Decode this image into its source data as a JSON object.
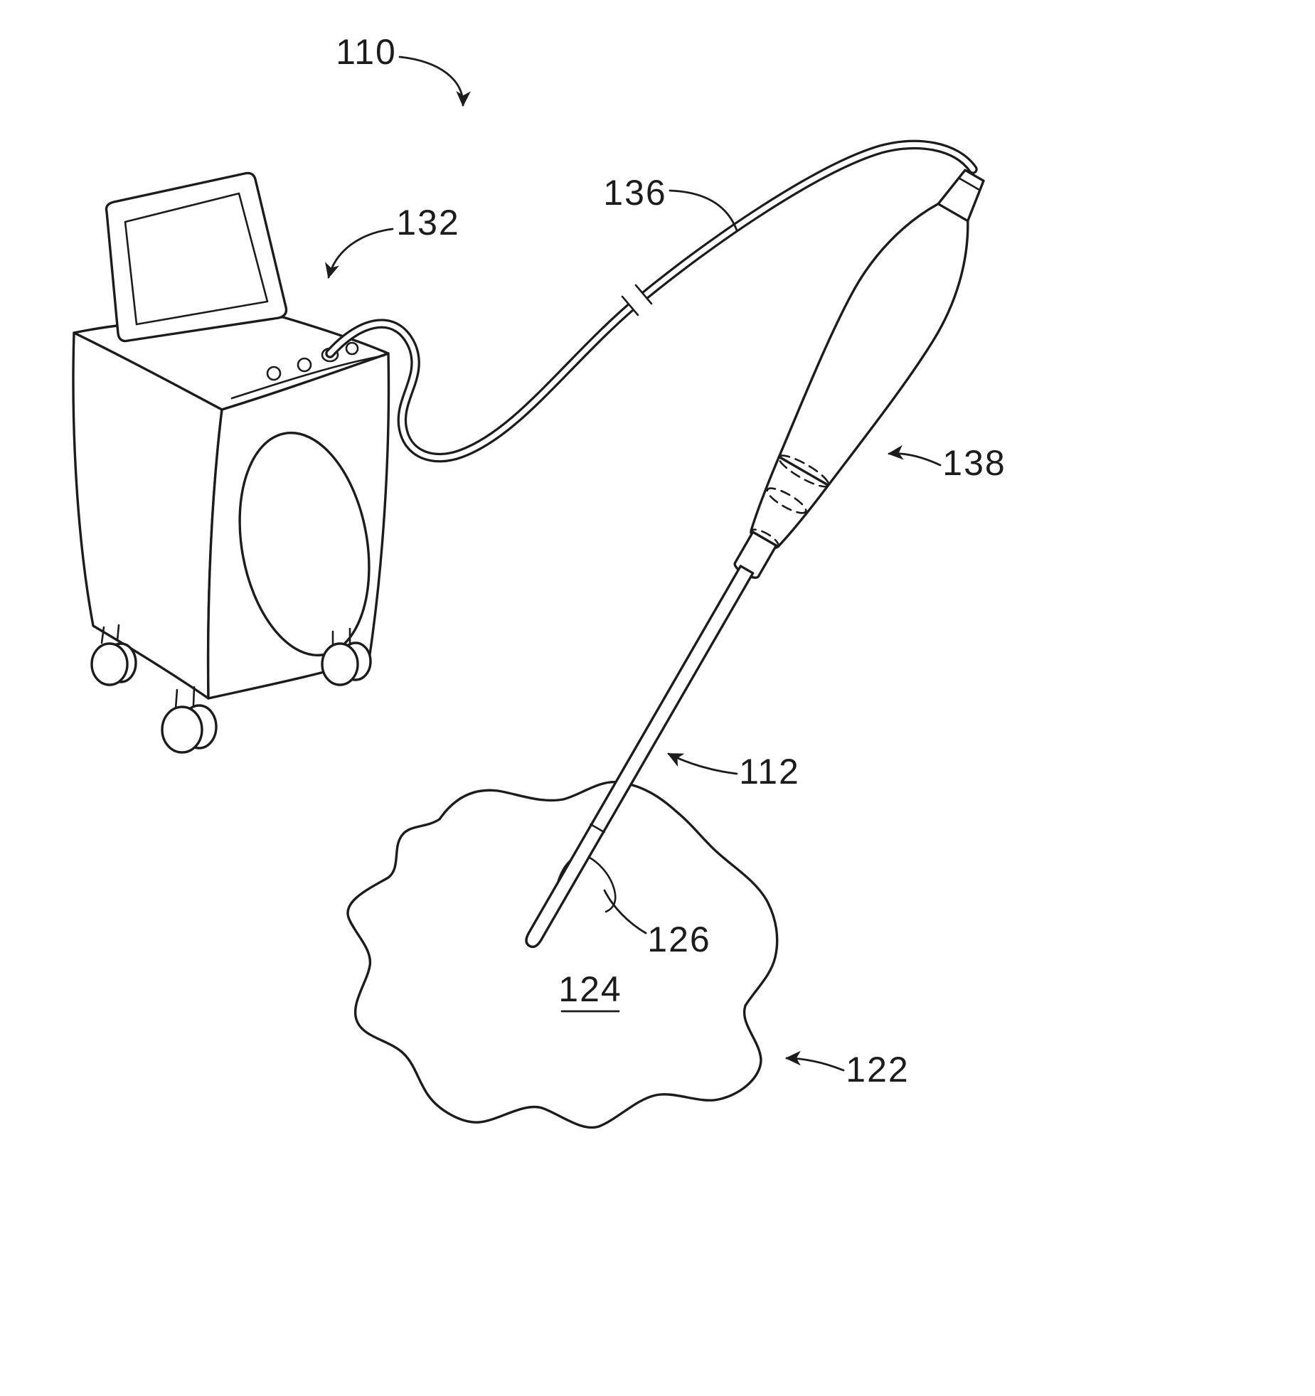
{
  "figure": {
    "background": "#ffffff",
    "ink": "#1c1c1c",
    "labels": {
      "system": {
        "text": "110"
      },
      "console": {
        "text": "132"
      },
      "cable": {
        "text": "136"
      },
      "handpiece": {
        "text": "138"
      },
      "probe_shaft": {
        "text": "112"
      },
      "insertion_site": {
        "text": "126"
      },
      "target_tissue": {
        "text": "124",
        "underline": true
      },
      "tissue_region": {
        "text": "122"
      }
    }
  }
}
